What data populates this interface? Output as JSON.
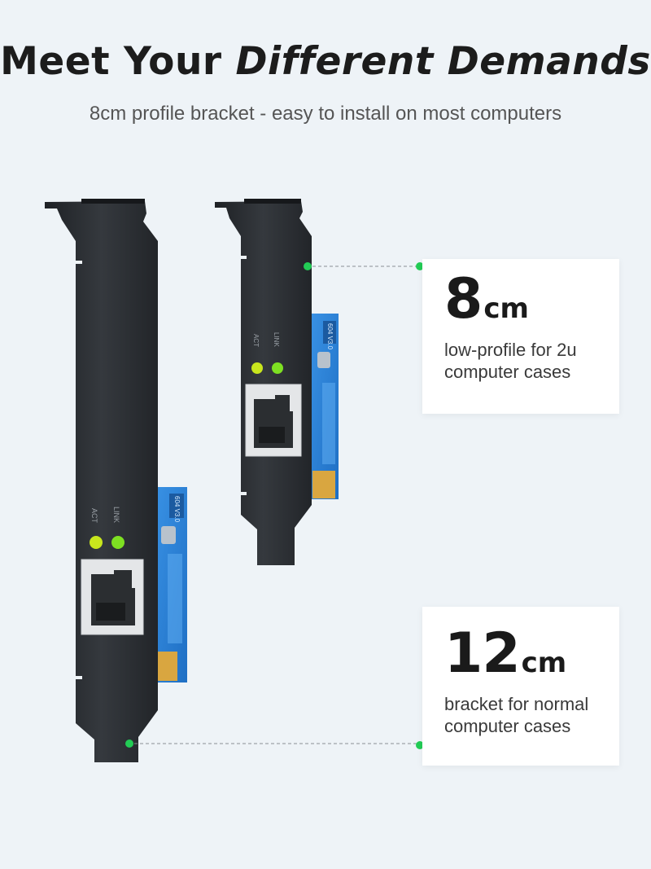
{
  "heading": {
    "title_plain": "Meet Your ",
    "title_emphasis": "Different Demands",
    "subtitle": "8cm profile bracket - easy to install on most computers"
  },
  "cards": [
    {
      "value": "8",
      "unit": "cm",
      "description": "low-profile for 2u computer cases"
    },
    {
      "value": "12",
      "unit": "cm",
      "description": "bracket for normal computer cases"
    }
  ],
  "card_labels": {
    "act": "ACT",
    "link": "LINK",
    "chip": "604 V3.0"
  },
  "colors": {
    "background": "#eef3f7",
    "bracket": "#2a2d31",
    "pcb": "#2a7fd6",
    "led_green": "#7ee022",
    "indicator_green": "#22cc55",
    "gold": "#d9a640"
  }
}
